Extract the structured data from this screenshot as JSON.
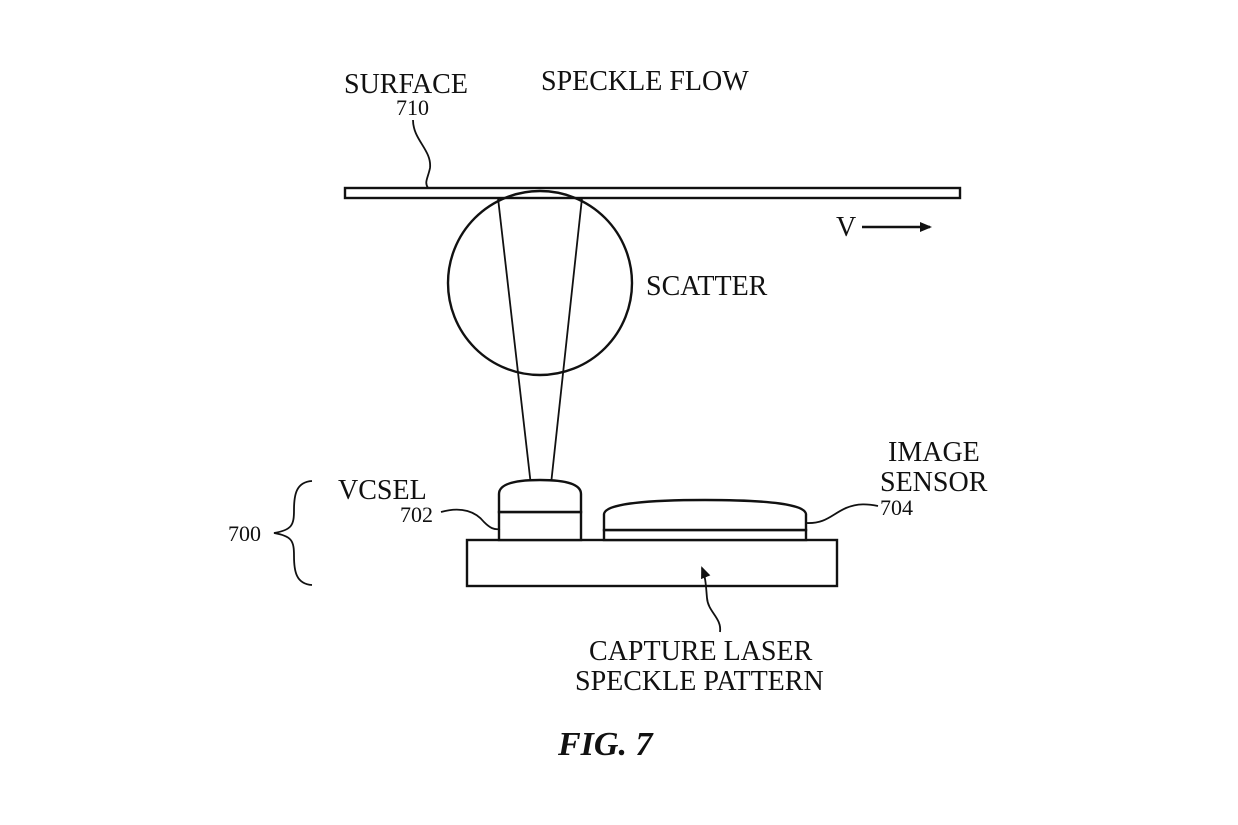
{
  "labels": {
    "surface": "SURFACE",
    "surface_ref": "710",
    "speckle_flow": "SPECKLE FLOW",
    "velocity": "V",
    "scatter": "SCATTER",
    "vcsel": "VCSEL",
    "vcsel_ref": "702",
    "image_sensor_line1": "IMAGE",
    "image_sensor_line2": "SENSOR",
    "image_sensor_ref": "704",
    "device_ref": "700",
    "capture_line1": "CAPTURE LASER",
    "capture_line2": "SPECKLE PATTERN"
  },
  "caption": "FIG. 7"
}
